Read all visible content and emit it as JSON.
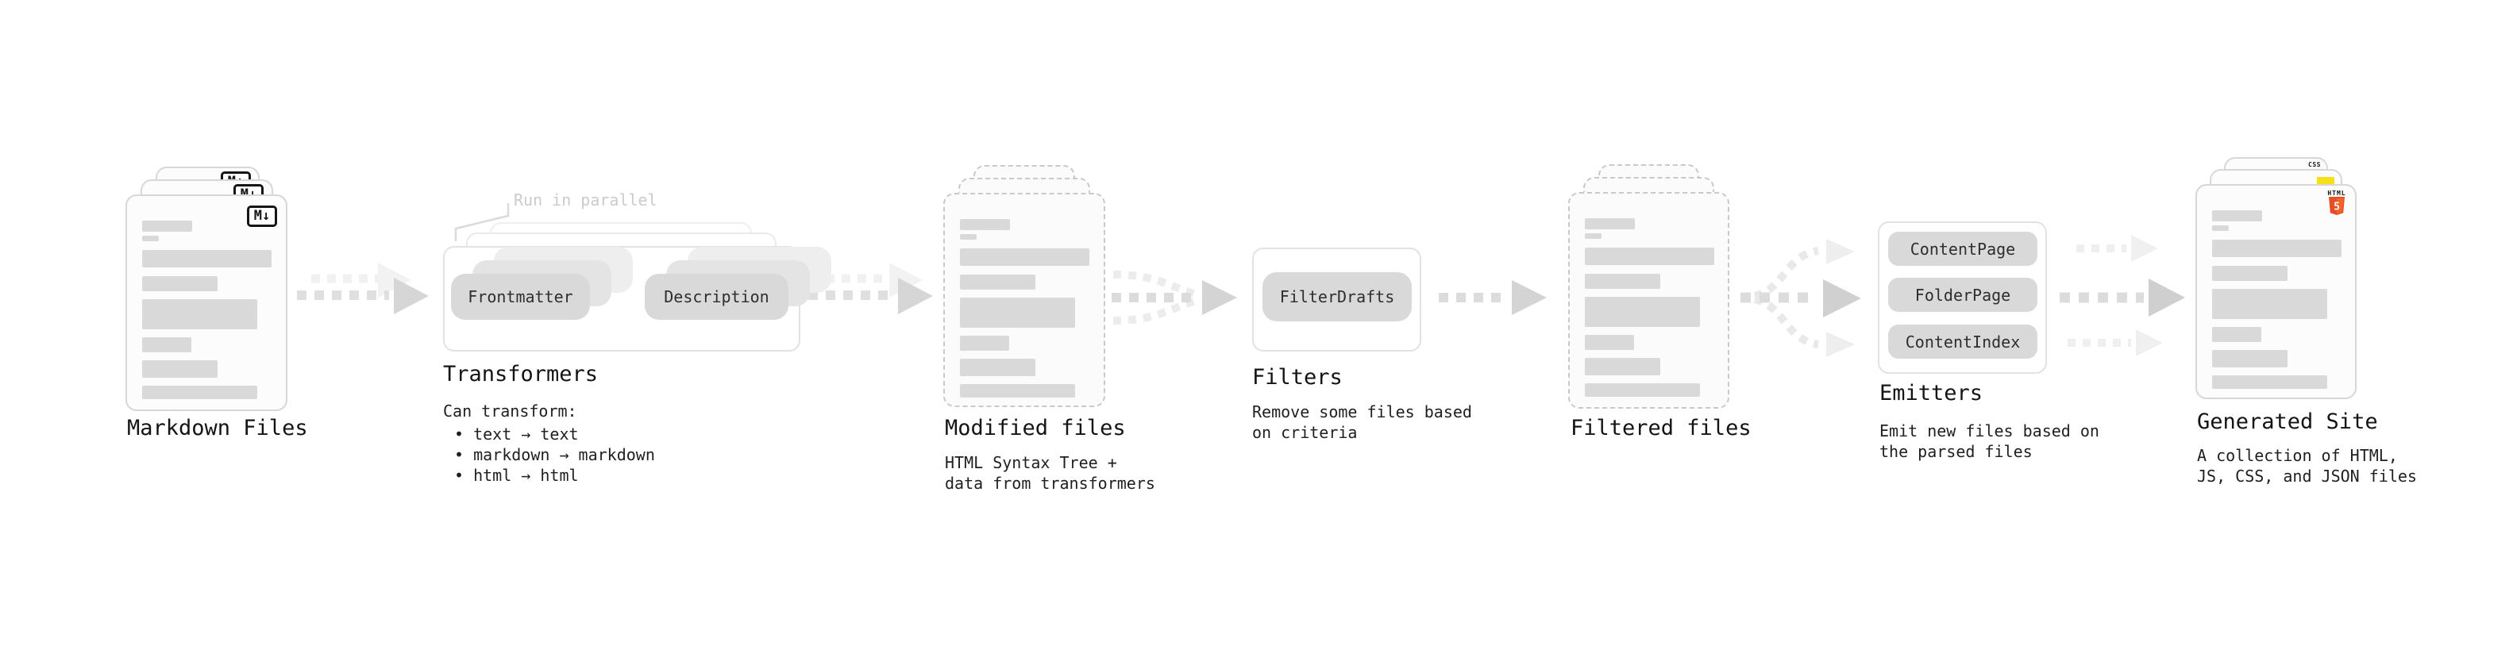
{
  "diagram": {
    "markdown_files": {
      "title": "Markdown Files",
      "badge": "M↓"
    },
    "transformers": {
      "note": "Run in parallel",
      "chip_left": "Frontmatter",
      "chip_right": "Description",
      "title": "Transformers",
      "caption": "Can transform:",
      "bullets": "• text → text\n• markdown → markdown\n• html → html"
    },
    "modified_files": {
      "title": "Modified files",
      "subtitle": "HTML Syntax Tree +\ndata from transformers"
    },
    "filters": {
      "chip": "FilterDrafts",
      "title": "Filters",
      "subtitle": "Remove some files based\non criteria"
    },
    "filtered_files": {
      "title": "Filtered files"
    },
    "emitters": {
      "chips": [
        "ContentPage",
        "FolderPage",
        "ContentIndex"
      ],
      "title": "Emitters",
      "subtitle": "Emit new files based on\nthe parsed files"
    },
    "generated_site": {
      "title": "Generated Site",
      "subtitle": "A collection of HTML,\nJS, CSS, and JSON files",
      "css_badge": "CSS",
      "html_badge_label": "HTML",
      "html_badge_number": "5"
    },
    "colors": {
      "html5_orange_dark": "#e44d26",
      "html5_orange_light": "#f16529",
      "js_yellow": "#f7e018",
      "css_blue": "#2c6bf3",
      "chip_gray": "#d9d9d9",
      "arrow_gray": "#d6d6d6"
    }
  }
}
